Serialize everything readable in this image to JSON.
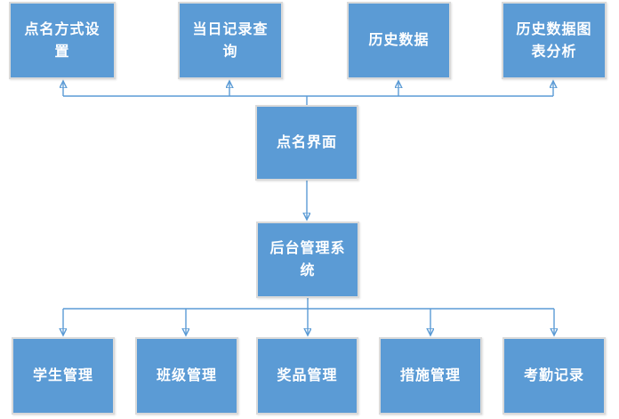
{
  "diagram": {
    "type": "flowchart",
    "background": "#FFFFFF",
    "colors": {
      "node_fill": "#5B9BD5",
      "node_border": "#DADADA",
      "node_text": "#FFFFFF",
      "connector": "#5B9BD5"
    },
    "nodes": {
      "top": [
        {
          "id": "rollcall-mode-settings",
          "label": "点名方式设\n置"
        },
        {
          "id": "today-record-query",
          "label": "当日记录查\n询"
        },
        {
          "id": "history-data",
          "label": "历史数据"
        },
        {
          "id": "history-data-chart-analysis",
          "label": "历史数据图\n表分析"
        }
      ],
      "middle": [
        {
          "id": "rollcall-interface",
          "label": "点名界面"
        },
        {
          "id": "backend-management-system",
          "label": "后台管理系\n统"
        }
      ],
      "bottom": [
        {
          "id": "student-management",
          "label": "学生管理"
        },
        {
          "id": "class-management",
          "label": "班级管理"
        },
        {
          "id": "prize-management",
          "label": "奖品管理"
        },
        {
          "id": "measure-management",
          "label": "措施管理"
        },
        {
          "id": "attendance-record",
          "label": "考勤记录"
        }
      ]
    },
    "edges": [
      {
        "from": "rollcall-interface",
        "to": "rollcall-mode-settings",
        "arrow": "up"
      },
      {
        "from": "rollcall-interface",
        "to": "today-record-query",
        "arrow": "up"
      },
      {
        "from": "rollcall-interface",
        "to": "history-data",
        "arrow": "up"
      },
      {
        "from": "rollcall-interface",
        "to": "history-data-chart-analysis",
        "arrow": "up"
      },
      {
        "from": "rollcall-interface",
        "to": "backend-management-system",
        "arrow": "down"
      },
      {
        "from": "backend-management-system",
        "to": "student-management",
        "arrow": "down"
      },
      {
        "from": "backend-management-system",
        "to": "class-management",
        "arrow": "down"
      },
      {
        "from": "backend-management-system",
        "to": "prize-management",
        "arrow": "down"
      },
      {
        "from": "backend-management-system",
        "to": "measure-management",
        "arrow": "down"
      },
      {
        "from": "backend-management-system",
        "to": "attendance-record",
        "arrow": "down"
      }
    ]
  }
}
